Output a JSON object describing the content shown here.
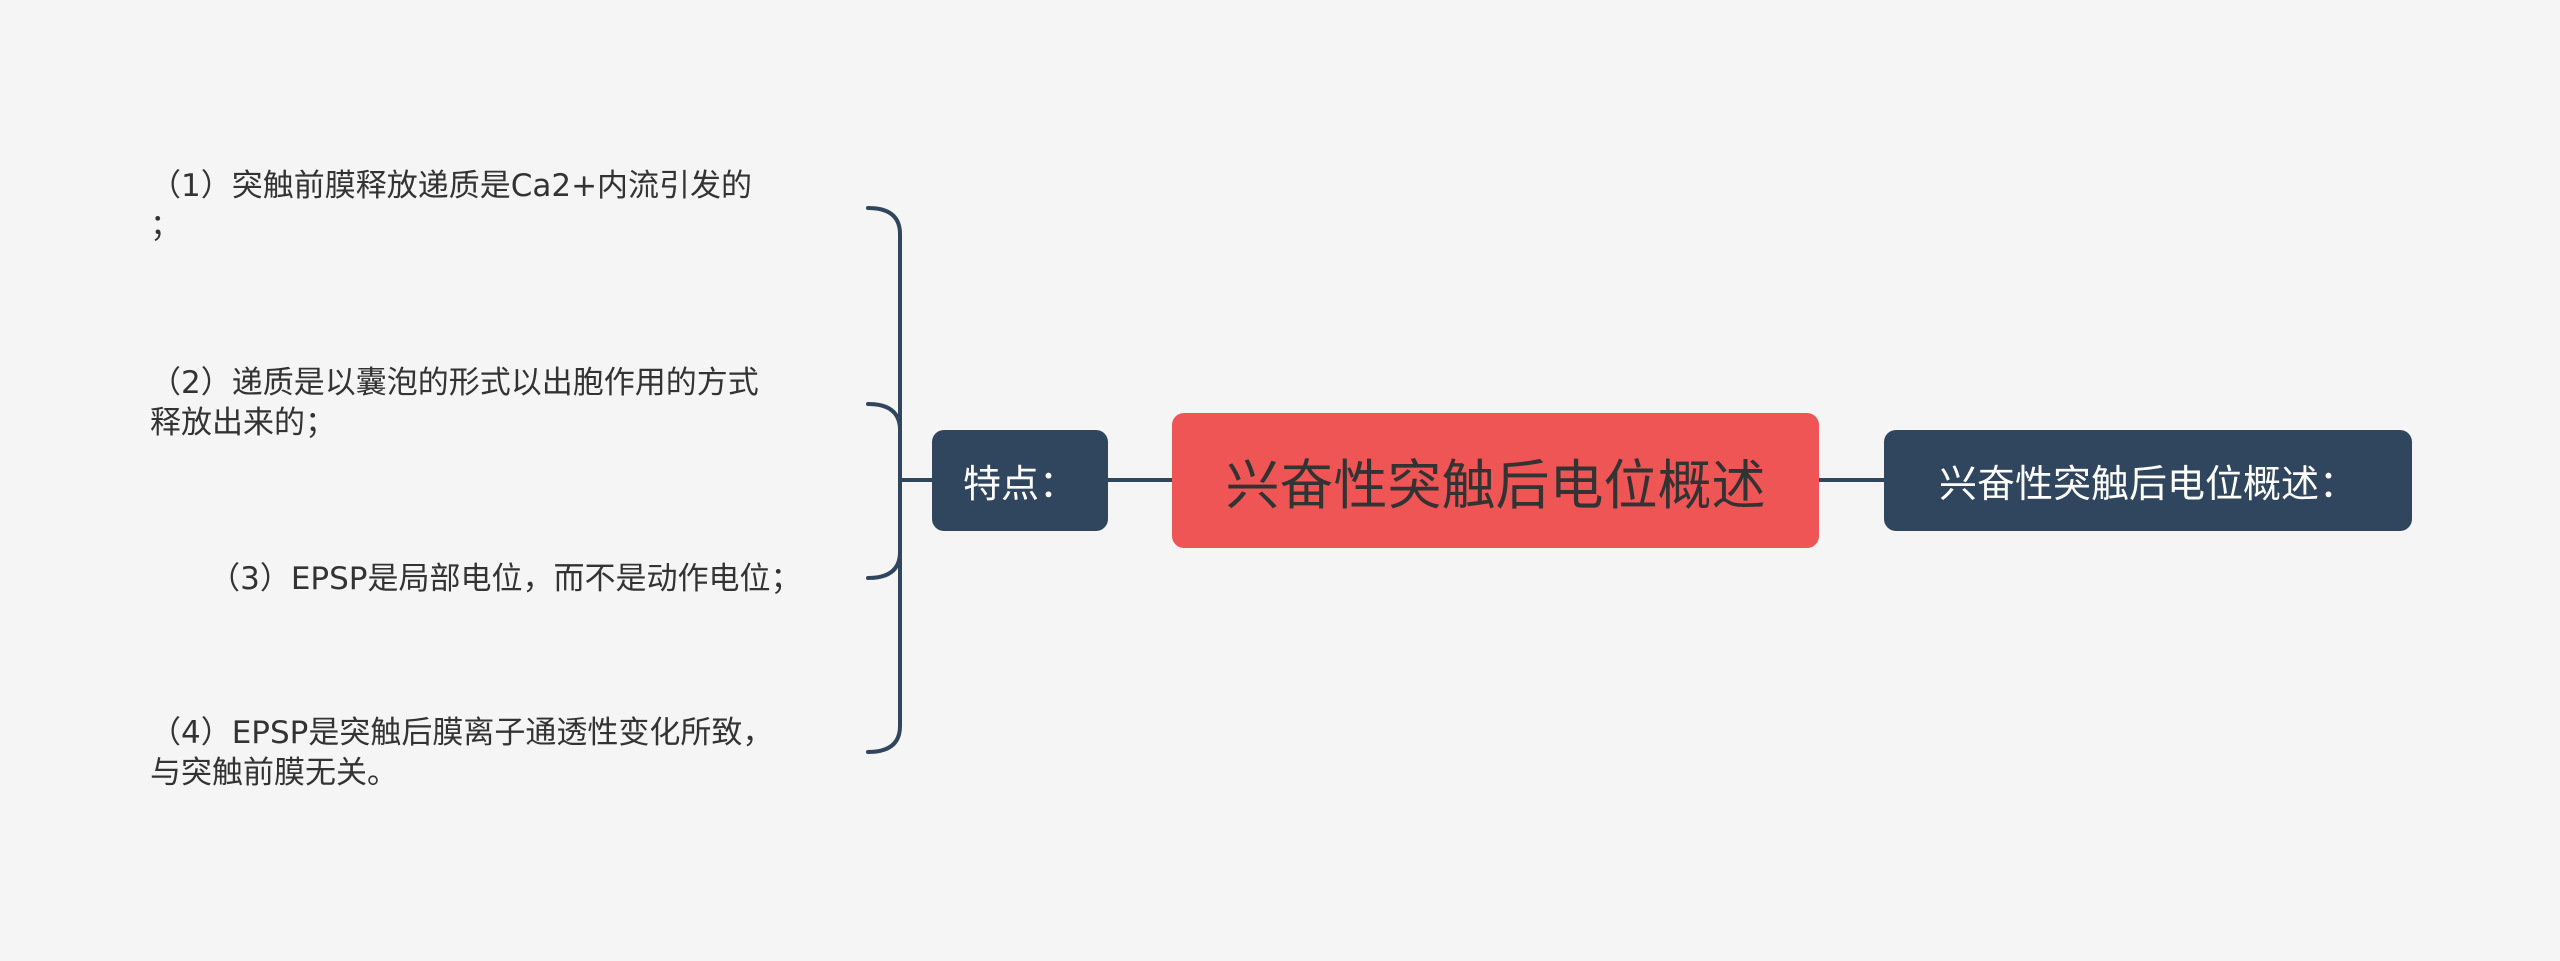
{
  "colors": {
    "background": "#f5f5f5",
    "root_fill": "#ef5555",
    "topic_fill": "#30465e",
    "connector": "#30465e",
    "root_text": "#333333",
    "topic_text": "#ffffff",
    "leaf_text": "#333333"
  },
  "root": {
    "label": "兴奋性突触后电位概述"
  },
  "left_topic": {
    "label": "特点："
  },
  "right_topic": {
    "label": "兴奋性突触后电位概述："
  },
  "points": [
    {
      "text": "（1）突触前膜释放递质是Ca2+内流引发的\n；"
    },
    {
      "text": "（2）递质是以囊泡的形式以出胞作用的方式\n释放出来的；"
    },
    {
      "text": "      （3）EPSP是局部电位，而不是动作电位；"
    },
    {
      "text": "（4）EPSP是突触后膜离子通透性变化所致，\n与突触前膜无关。"
    }
  ]
}
